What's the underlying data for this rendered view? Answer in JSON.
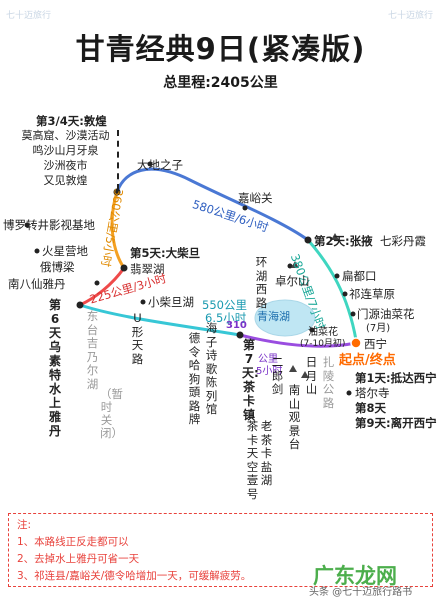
{
  "title": "甘青经典9日(紧凑版)",
  "subtitle": "总里程:2405公里",
  "brand": "七十迈旅行",
  "stops": {
    "dunhuang": "第3/4天:敦煌",
    "dunhuang_sights": [
      "莫高窟、沙漠活动",
      "鸣沙山月牙泉",
      "沙洲夜市",
      "又见敦煌"
    ],
    "dadizhizi": "大地之子",
    "jiayuguan": "嘉峪关",
    "zhangye": "第2天:张掖",
    "danxia": "七彩丹霞",
    "boluo": "博罗转井影视基地",
    "huoxing": "火星营地",
    "eboliang": "俄博梁",
    "nanbaxian": "南八仙雅丹",
    "dachaidan": "第5天:大柴旦",
    "feicui": "翡翠湖",
    "xiaochaidan": "小柴旦湖",
    "ushape": "U形天路",
    "dongtai": "东台吉乃尔湖",
    "zanshi": "（暂时关闭）",
    "wusu": "第6天乌素特水上雅丹",
    "haizi": "海子诗歌陈列馆",
    "delingha": "德令哈狗頭路牌",
    "huanhu": "环湖西路",
    "zhuoer": "卓尔山",
    "biandukou": "扁都口",
    "qilian": "祁连草原",
    "menyuan": "门源油菜花",
    "menyuan_time": "(7月)",
    "qinghaihu": "青海湖",
    "youcaihua": "油菜花",
    "youcaihua_time": "(7-10月初)",
    "xining": "西宁",
    "start_end": "起点/终点",
    "day7": "第7天:茶卡镇",
    "erlangjian": "二郎剑",
    "nanshan": "南山观景台",
    "riyue": "日月山",
    "zhalong": "扎陵公路",
    "chaka": "老茶卡盐湖",
    "tiankong": "茶卡天空壹号",
    "day1": "第1天:抵达西宁",
    "taer": "塔尔寺",
    "day8": "第8天",
    "day9": "第9天:离开西宁"
  },
  "segments": {
    "seg1": "580公里/6小时",
    "seg2": "380公里/7小时",
    "seg3": "360公里/5小时",
    "seg4": "225公里/3小时",
    "seg5": "550公里",
    "seg5b": "6.5小时",
    "seg6": "310",
    "seg6b": "公里",
    "seg6c": "5小时"
  },
  "colors": {
    "route_blue": "#4a78d4",
    "route_orange": "#f4a021",
    "route_red": "#ef4a4a",
    "route_cyan": "#37c7d6",
    "route_purple": "#9a4de0",
    "route_teal": "#3fd6c0",
    "lake": "#bfe6f3",
    "start": "#ff6a00",
    "note": "#e8423c"
  },
  "notes": {
    "head": "注:",
    "items": [
      "1、本路线正反走都可以",
      "2、去掉水上雅丹可省一天",
      "3、祁连县/嘉峪关/德令哈增加一天，可缓解疲劳。"
    ]
  },
  "watermark": "广东龙网",
  "watermark_sub": "头条 @七十迈旅行路书"
}
